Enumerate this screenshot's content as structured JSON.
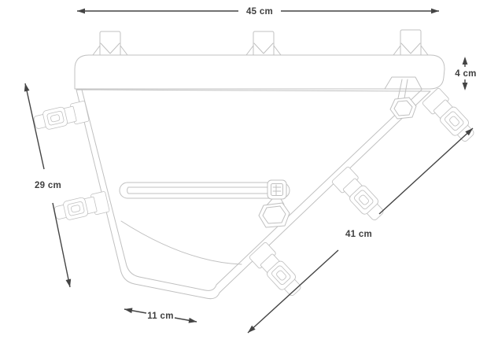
{
  "figure": {
    "name": "bicycle-frame-bag-dimension-diagram",
    "colors": {
      "background": "#ffffff",
      "artwork_line": "#c0c0c0",
      "dimension_line": "#444444",
      "label_text": "#3f3f3f"
    },
    "dimensions": {
      "top_width": {
        "label": "45 cm"
      },
      "lid_height": {
        "label": "4 cm"
      },
      "front_height": {
        "label": "29 cm"
      },
      "bottom_width": {
        "label": "11 cm"
      },
      "down_edge": {
        "label": "41 cm"
      }
    }
  }
}
